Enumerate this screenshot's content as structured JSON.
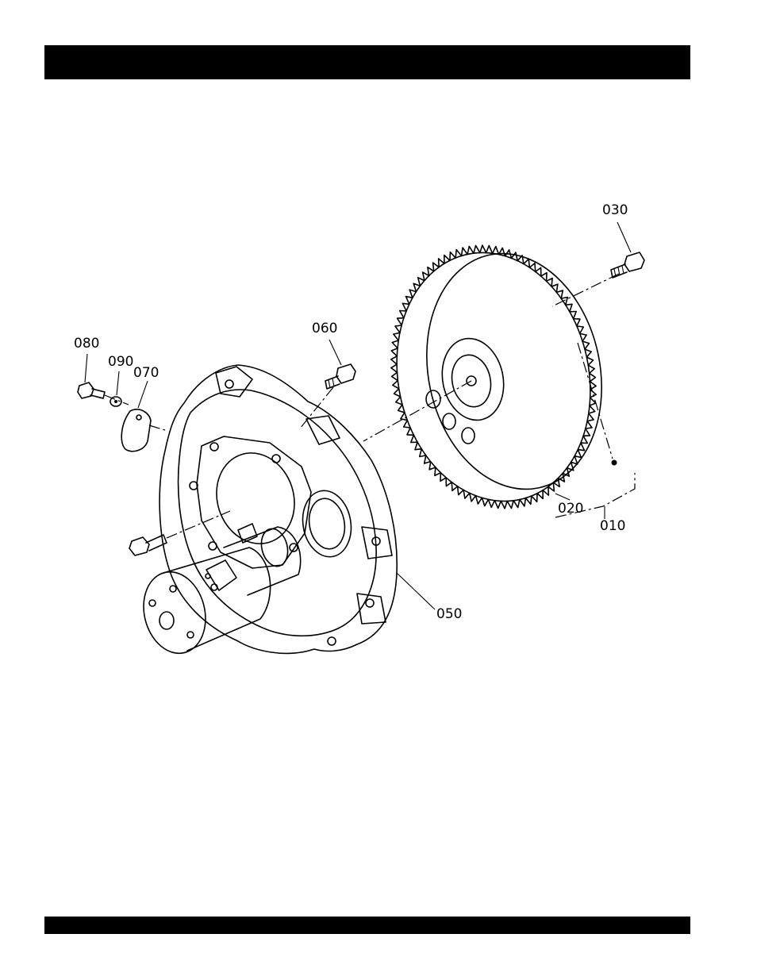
{
  "header": {
    "title": ""
  },
  "footer": {
    "text": ""
  },
  "diagram": {
    "callouts": {
      "p010": "010",
      "p020": "020",
      "p030": "030",
      "p050": "050",
      "p060": "060",
      "p070": "070",
      "p080": "080",
      "p090": "090"
    }
  }
}
